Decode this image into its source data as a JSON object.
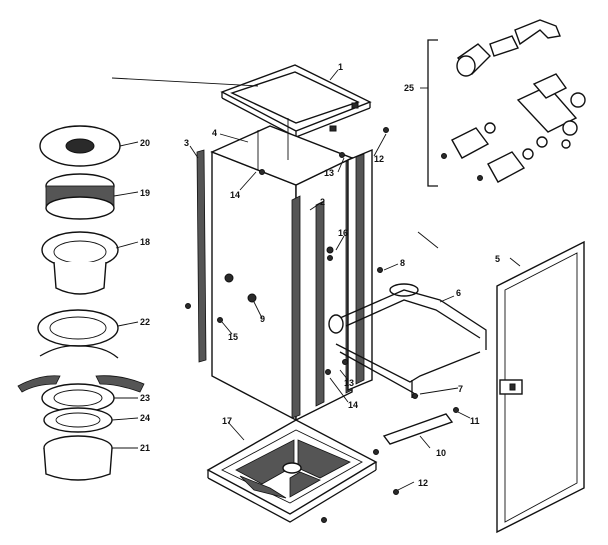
{
  "diagram": {
    "callouts": {
      "c1": "1",
      "c2": "2",
      "c3": "3",
      "c4": "4",
      "c5": "5",
      "c6": "6",
      "c7": "7",
      "c8": "8",
      "c9": "9",
      "c10": "10",
      "c11": "11",
      "c12a": "12",
      "c12b": "12",
      "c13a": "13",
      "c13b": "13",
      "c14a": "14",
      "c14b": "14",
      "c15": "15",
      "c16": "16",
      "c17": "17",
      "c18": "18",
      "c19": "19",
      "c20": "20",
      "c21": "21",
      "c22": "22",
      "c23": "23",
      "c24": "24",
      "c25": "25"
    },
    "colors": {
      "ink": "#111111",
      "paper": "#ffffff"
    }
  }
}
